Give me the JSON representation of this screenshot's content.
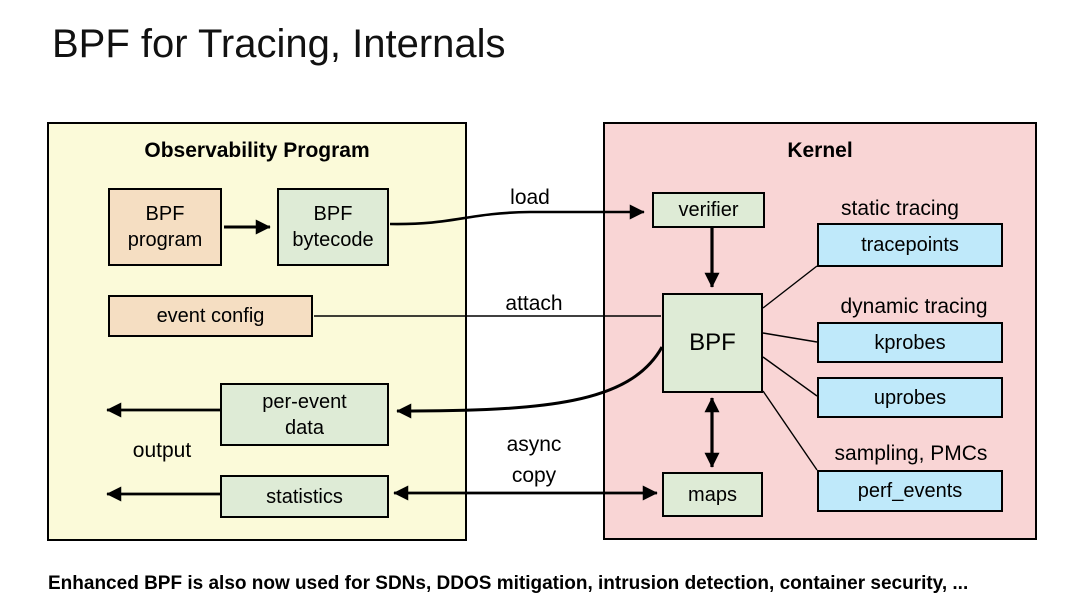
{
  "slide": {
    "title": "BPF for Tracing, Internals",
    "footer": "Enhanced BPF is also now used for SDNs, DDOS mitigation, intrusion detection, container security, ..."
  },
  "panels": {
    "observability": {
      "label": "Observability Program",
      "bg": "#fbfad9"
    },
    "kernel": {
      "label": "Kernel",
      "bg": "#f9d5d5"
    }
  },
  "nodes": {
    "bpf_program": {
      "label": "BPF\nprogram",
      "fill": "#f5dec2"
    },
    "bpf_bytecode": {
      "label": "BPF\nbytecode",
      "fill": "#deebd6"
    },
    "event_config": {
      "label": "event config",
      "fill": "#f5dec2"
    },
    "per_event_data": {
      "label": "per-event\ndata",
      "fill": "#deebd6"
    },
    "statistics": {
      "label": "statistics",
      "fill": "#deebd6"
    },
    "verifier": {
      "label": "verifier",
      "fill": "#deebd6"
    },
    "bpf": {
      "label": "BPF",
      "fill": "#deebd6"
    },
    "maps": {
      "label": "maps",
      "fill": "#deebd6"
    },
    "tracepoints": {
      "label": "tracepoints",
      "fill": "#bfe9fa"
    },
    "kprobes": {
      "label": "kprobes",
      "fill": "#bfe9fa"
    },
    "uprobes": {
      "label": "uprobes",
      "fill": "#bfe9fa"
    },
    "perf_events": {
      "label": "perf_events",
      "fill": "#bfe9fa"
    }
  },
  "edge_labels": {
    "load": "load",
    "attach": "attach",
    "async_copy": "async\ncopy",
    "output": "output"
  },
  "annotations": {
    "static_tracing": "static tracing",
    "dynamic_tracing": "dynamic tracing",
    "sampling_pmcs": "sampling, PMCs"
  },
  "colors": {
    "border": "#000000",
    "arrow": "#000000",
    "text": "#000000"
  }
}
